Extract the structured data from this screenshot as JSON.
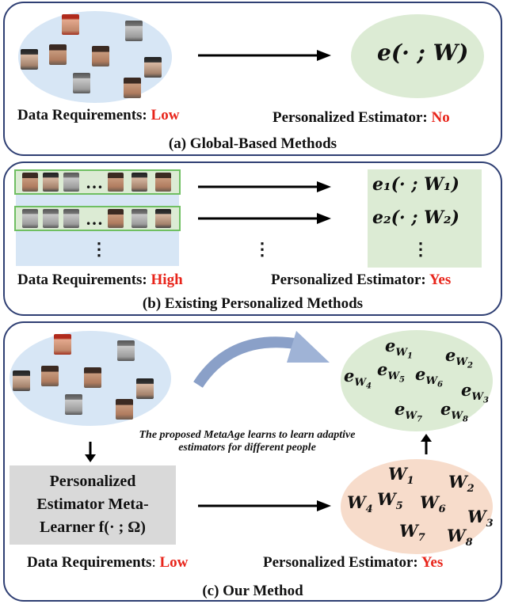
{
  "panel_a": {
    "estimator": "e(· ; W)",
    "data_req_label": "Data Requirements:",
    "data_req_value": "Low",
    "pers_label": "Personalized Estimator:",
    "pers_value": "No",
    "caption": "(a) Global-Based Methods"
  },
  "panel_b": {
    "ellipsis": "…",
    "vdots": "⋮",
    "est1": "e₁(· ; W₁)",
    "est2": "e₂(· ; W₂)",
    "data_req_label": "Data Requirements:",
    "data_req_value": "High",
    "pers_label": "Personalized Estimator:",
    "pers_value": "Yes",
    "caption": "(b) Existing Personalized Methods"
  },
  "panel_c": {
    "outputs": [
      "e_W1",
      "e_W2",
      "e_W4",
      "e_W5",
      "e_W6",
      "e_W3",
      "e_W7",
      "e_W8"
    ],
    "weights": [
      "W1",
      "W2",
      "W4",
      "W5",
      "W6",
      "W3",
      "W7",
      "W8"
    ],
    "note_line1": "The proposed MetaAge learns to learn adaptive",
    "note_line2": "estimators for different people",
    "meta_line1": "Personalized",
    "meta_line2": "Estimator Meta-",
    "meta_line3": "Learner f(· ; Ω)",
    "data_req_label": "Data Requirements",
    "data_req_colon": ":",
    "data_req_value": "Low",
    "pers_label": "Personalized Estimator:",
    "pers_value": "Yes",
    "caption": "(c) Our Method"
  },
  "colors": {
    "border": "#2f3f73",
    "red": "#e8251b",
    "blue_ellipse": "#d7e6f5",
    "green_ellipse": "#dcebd4",
    "peach_ellipse": "#f7dccb",
    "curve_arrow": "#8aa0c8"
  }
}
